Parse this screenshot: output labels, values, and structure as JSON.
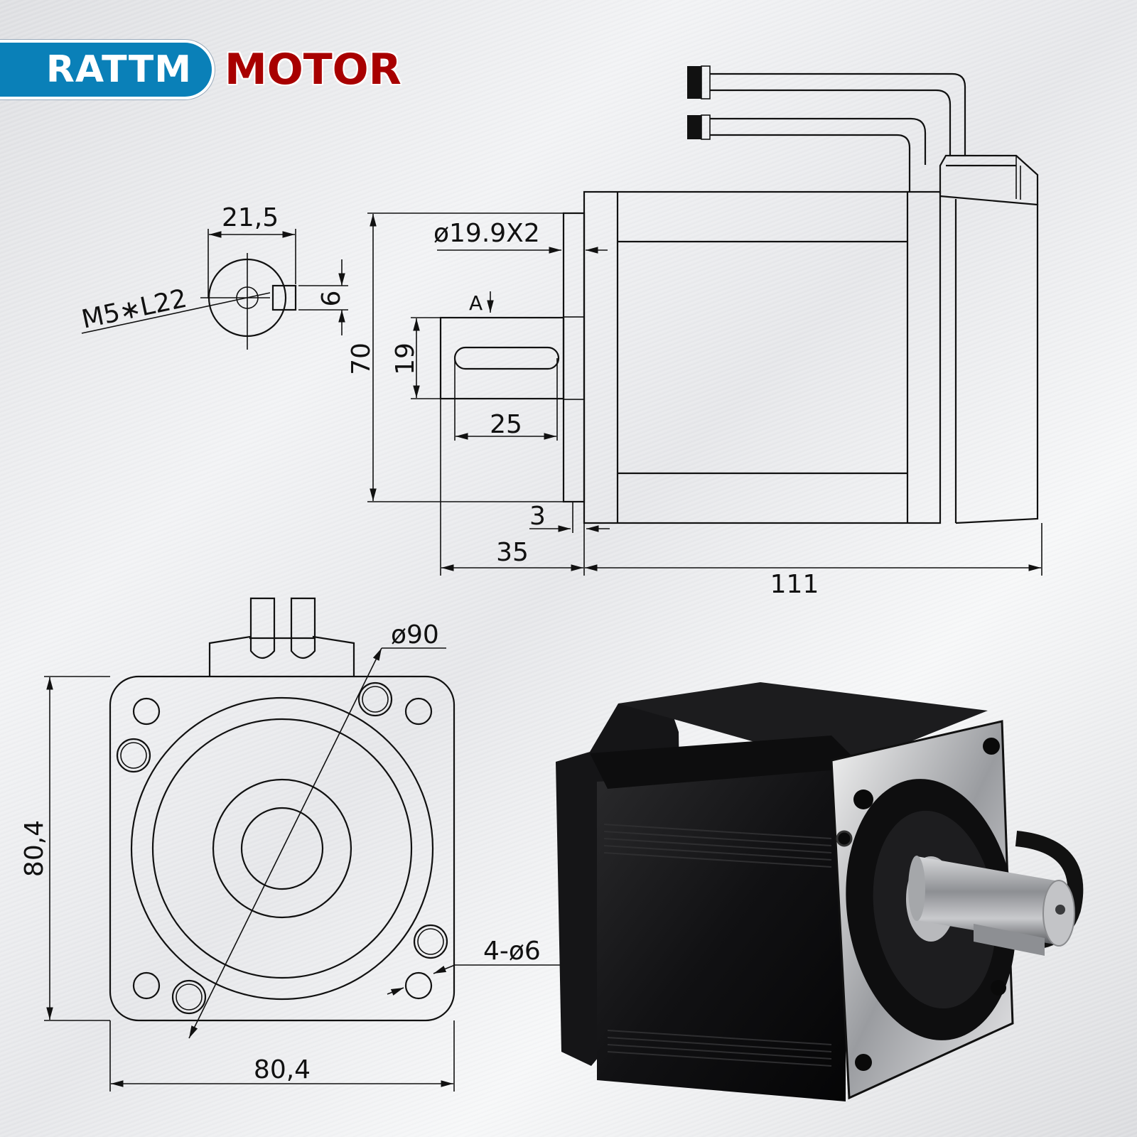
{
  "brand": {
    "name": "RATTM",
    "suffix": "MOTOR",
    "colors": {
      "badge_bg": "#0a80b8",
      "badge_text": "#ffffff",
      "suffix_text": "#a80000"
    }
  },
  "shaft_section_view": {
    "width_label": "21,5",
    "key_label": "6",
    "thread_label": "M5∗L22"
  },
  "side_view": {
    "pilot_label": "ø19.9X2",
    "section_marker": "A",
    "flange_height_label": "70",
    "key_width_label": "19",
    "key_length_label": "25",
    "pilot_depth_label": "3",
    "shaft_length_label": "35",
    "body_length_label": "111",
    "connectors": [
      "connector-1",
      "connector-2"
    ]
  },
  "front_view": {
    "bolt_circle_label": "ø90",
    "height_label": "80,4",
    "width_label": "80,4",
    "holes_label": "4-ø6"
  },
  "photo": {
    "description": "Black NEMA 34 closed-loop stepper motor with silver flange and keyed shaft"
  }
}
